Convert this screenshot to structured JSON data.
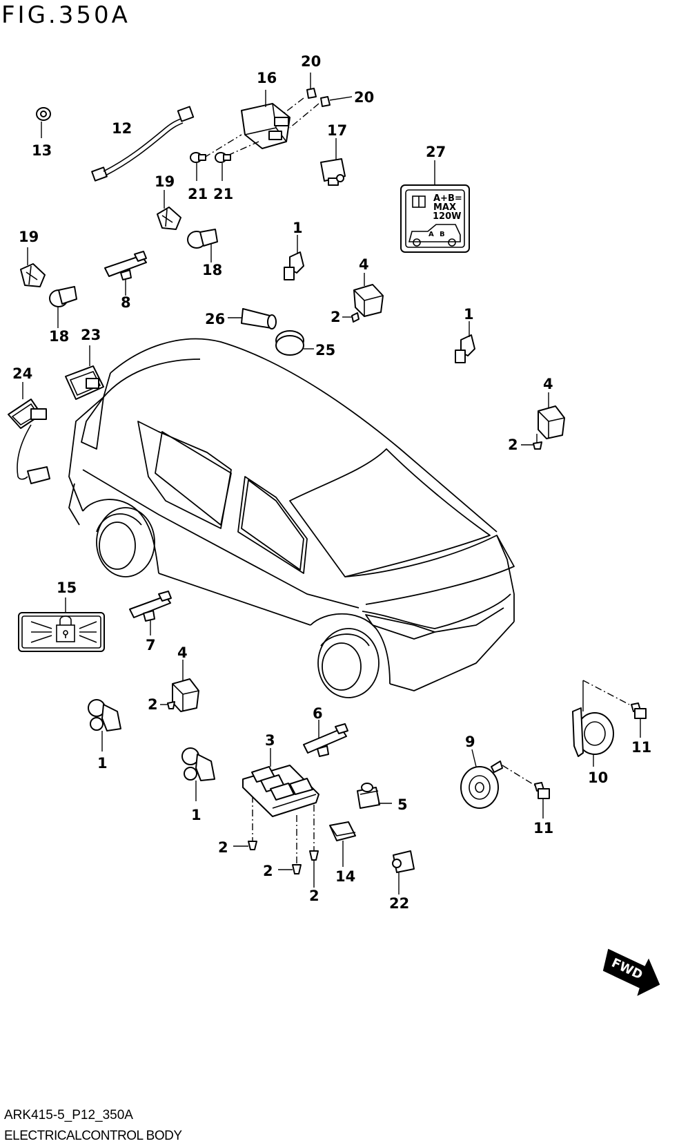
{
  "figure": {
    "title": "FIG.350A",
    "code": "ARK415-5_P12_350A",
    "section": "ELECTRICALCONTROL BODY"
  },
  "callouts": {
    "c20a": "20",
    "c20b": "20",
    "c16": "16",
    "c13": "13",
    "c12": "12",
    "c17": "17",
    "c21a": "21",
    "c21b": "21",
    "c27": "27",
    "c19a": "19",
    "c19b": "19",
    "c18a": "18",
    "c18b": "18",
    "c1a": "1",
    "c1b": "1",
    "c1c": "1",
    "c1d": "1",
    "c4a": "4",
    "c4b": "4",
    "c4c": "4",
    "c2a": "2",
    "c2b": "2",
    "c2c": "2",
    "c2d": "2",
    "c2e": "2",
    "c2f": "2",
    "c8": "8",
    "c26": "26",
    "c25": "25",
    "c23": "23",
    "c24": "24",
    "c15": "15",
    "c7": "7",
    "c6": "6",
    "c3": "3",
    "c5": "5",
    "c14": "14",
    "c22": "22",
    "c9": "9",
    "c10": "10",
    "c11a": "11",
    "c11b": "11"
  },
  "label_27": {
    "line1": "A+B=",
    "line2": "MAX",
    "line3": "120W",
    "a": "A",
    "b": "B"
  },
  "fwd": "FWD"
}
